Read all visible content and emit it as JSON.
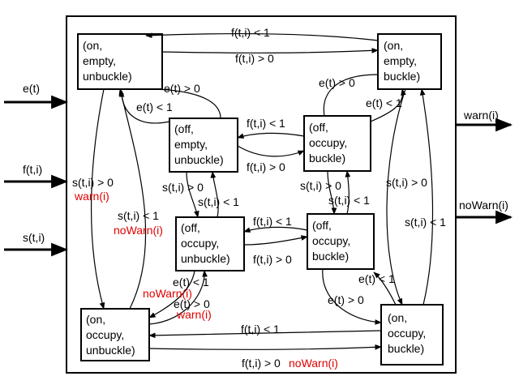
{
  "inputs": [
    "e(t)",
    "f(t,i)",
    "s(t,i)"
  ],
  "outputs": [
    "warn(i)",
    "noWarn(i)"
  ],
  "states": {
    "s1": [
      "(on,",
      "empty,",
      "unbuckle)"
    ],
    "s2": [
      "(on,",
      "empty,",
      "buckle)"
    ],
    "s3": [
      "(off,",
      "empty,",
      "unbuckle)"
    ],
    "s4": [
      "(off,",
      "occupy,",
      "buckle)"
    ],
    "s5": [
      "(off,",
      "occupy,",
      "unbuckle)"
    ],
    "s6": [
      "(off,",
      "occupy,",
      "buckle)"
    ],
    "s7": [
      "(on,",
      "occupy,",
      "unbuckle)"
    ],
    "s8": [
      "(on,",
      "occupy,",
      "buckle)"
    ]
  },
  "labels": {
    "f_lt1_top": "f(t,i) < 1",
    "f_gt0_top": "f(t,i) > 0",
    "e_gt0_left": "e(t) > 0",
    "e_lt1_left": "e(t) < 1",
    "e_gt0_right": "e(t) > 0",
    "e_lt1_right": "e(t) < 1",
    "f_lt1_mid": "f(t,i) < 1",
    "f_gt0_mid": "f(t,i) > 0",
    "s_gt0_l": "s(t,i) > 0",
    "warn_l": "warn(i)",
    "s_lt1_l": "s(t,i) < 1",
    "nowarn_l": "noWarn(i)",
    "s_gt0_c1": "s(t,i) > 0",
    "s_lt1_c1": "s(t,i) < 1",
    "s_gt0_c2": "s(t,i) > 0",
    "s_lt1_c2": "s(t,i) < 1",
    "f_lt1_low": "f(t,i) < 1",
    "f_gt0_low": "f(t,i) > 0",
    "s_gt0_r": "s(t,i) > 0",
    "s_lt1_r": "s(t,i) < 1",
    "e_lt1_bl": "e(t) < 1",
    "nowarn_bl": "noWarn(i)",
    "e_gt0_bl": "e(t) > 0",
    "warn_bl": "warn(i)",
    "e_lt1_br": "e(t) < 1",
    "e_gt0_br": "e(t) > 0",
    "f_lt1_bot": "f(t,i) < 1",
    "f_gt0_bot": "f(t,i) > 0",
    "nowarn_bot": "noWarn(i)"
  },
  "colors": {
    "line": "#000000",
    "output_label": "#e00000"
  }
}
